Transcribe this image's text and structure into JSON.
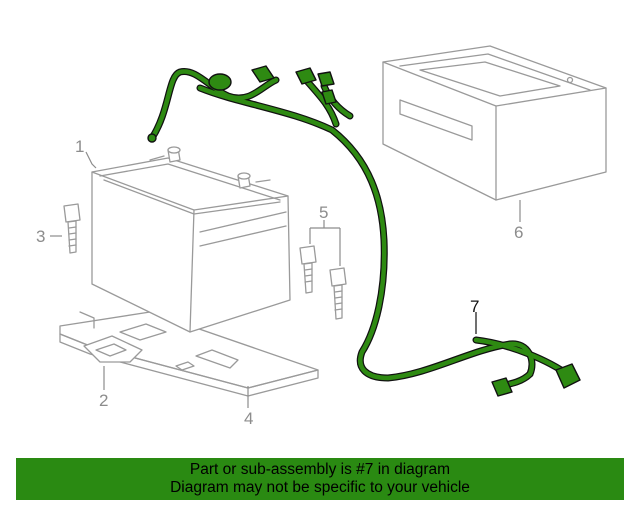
{
  "diagram": {
    "callouts": {
      "c1": "1",
      "c2": "2",
      "c3": "3",
      "c4": "4",
      "c5": "5",
      "c6": "6",
      "c7": "7"
    },
    "highlight_color": "#2e8a12",
    "highlighted_part": "7"
  },
  "banner": {
    "line1": "Part or sub-assembly is #7 in diagram",
    "line2": "Diagram may not be specific to your vehicle",
    "background": "#2a8a12"
  }
}
